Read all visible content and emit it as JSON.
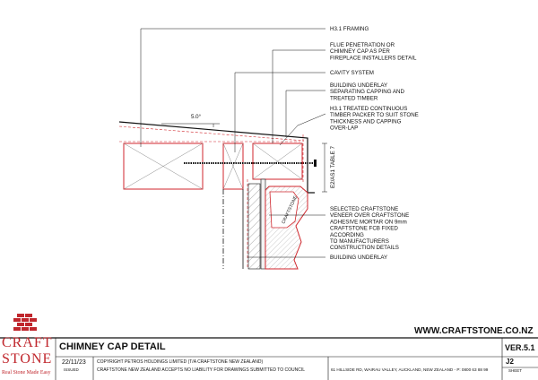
{
  "labels": {
    "h31_framing": [
      "H3.1 FRAMING"
    ],
    "flue": [
      "FLUE PENETRATION OR",
      "CHIMNEY CAP AS PER",
      "FIREPLACE INSTALLERS DETAIL"
    ],
    "cavity": [
      "CAVITY SYSTEM"
    ],
    "underlay_sep": [
      "BUILDING UNDERLAY",
      "SEPARATING CAPPING AND",
      "TREATED TIMBER"
    ],
    "packer": [
      "H3.1 TREATED CONTINUOUS",
      "TIMBER PACKER TO SUIT STONE",
      "THICKNESS AND CAPPING",
      "OVER-LAP"
    ],
    "veneer": [
      "SELECTED CRAFTSTONE",
      "VENEER OVER CRAFTSTONE",
      "ADHESIVE MORTAR ON 9mm",
      "CRAFTSTONE FCB FIXED",
      "ACCORDING",
      "TO MANUFACTURERS",
      "CONSTRUCTION DETAILS"
    ],
    "underlay_bottom": [
      "BUILDING UNDERLAY"
    ],
    "slope": "5.0°",
    "e2as1": "E2/AS1 TABLE 7",
    "stone_tag": "CRAFTSTONE"
  },
  "title_block": {
    "website": "WWW.CRAFTSTONE.CO.NZ",
    "title": "CHIMNEY CAP DETAIL",
    "date": "22/11/23",
    "issued_label": "ISSUED",
    "copyright": "COPYRIGHT PETROS HOLDINGS LIMITED (T/A CRAFTSTONE NEW ZEALAND)",
    "liability": "CRAFTSTONE NEW ZEALAND ACCEPTS NO LIABILITY FOR DRAWINGS SUBMITTED TO COUNCIL",
    "address": "61 HILLSIDE RD, WAIRAU VALLEY, AUCKLAND, NEW ZEALAND - P: 0800 63 88 99",
    "version": "VER.5.1",
    "sheet": "J2",
    "sheet_label": "SHEET"
  },
  "logo": {
    "line1": "CRAFT",
    "line2": "STONE",
    "tagline": "Real Stone Made Easy"
  },
  "colors": {
    "brand_red": "#c0272d",
    "line": "#111111",
    "red_line": "#d0262c",
    "dashed_grey": "#777777"
  }
}
